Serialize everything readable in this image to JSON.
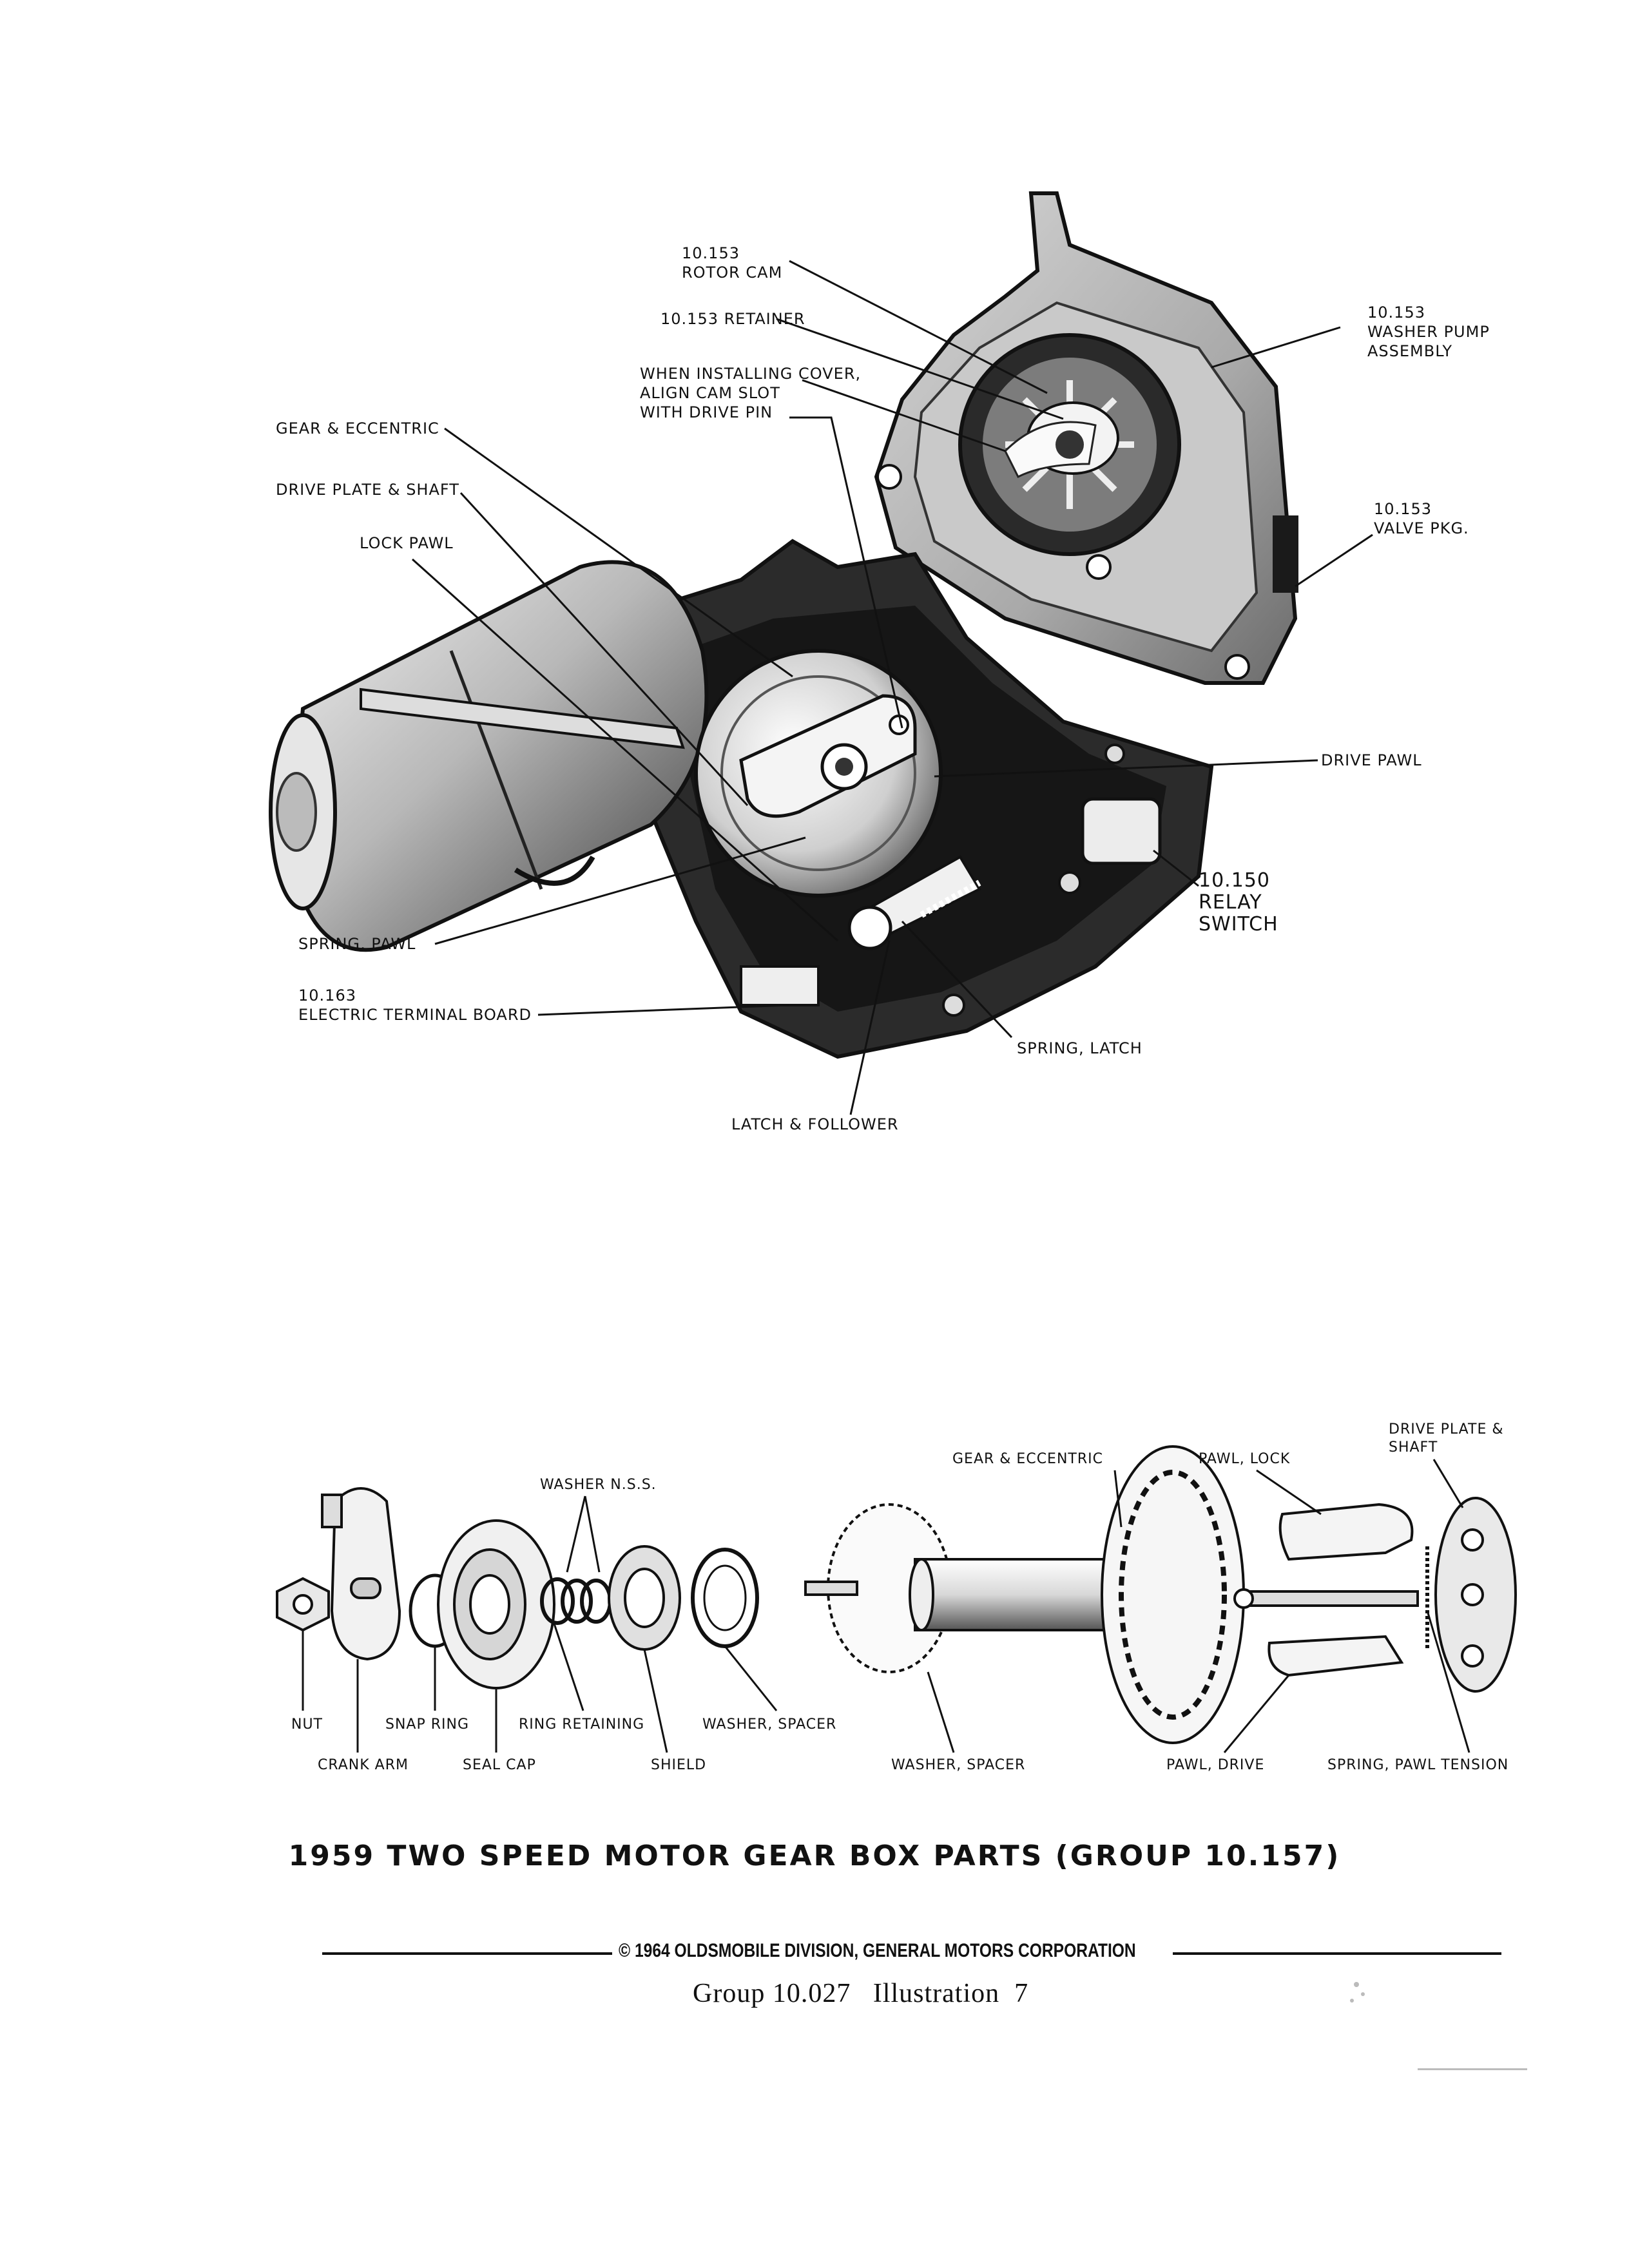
{
  "top_labels": {
    "rotor_cam": [
      "10.153",
      "ROTOR CAM"
    ],
    "retainer": "10.153 RETAINER",
    "install_note": [
      "WHEN INSTALLING COVER,",
      "ALIGN CAM SLOT",
      "WITH DRIVE PIN"
    ],
    "washer_pump": [
      "10.153",
      "WASHER PUMP",
      "ASSEMBLY"
    ],
    "valve_pkg": [
      "10.153",
      "VALVE PKG."
    ],
    "gear_eccentric": "GEAR & ECCENTRIC",
    "drive_plate_shaft": "DRIVE PLATE & SHAFT",
    "lock_pawl": "LOCK PAWL",
    "drive_pawl": "DRIVE PAWL",
    "relay_switch": [
      "10.150",
      "RELAY",
      "SWITCH"
    ],
    "spring_pawl": "SPRING, PAWL",
    "terminal_board": [
      "10.163",
      "ELECTRIC TERMINAL BOARD"
    ],
    "spring_latch": "SPRING, LATCH",
    "latch_follower": "LATCH & FOLLOWER"
  },
  "bottom_labels": {
    "washer_nss": "WASHER N.S.S.",
    "gear_eccentric": "GEAR & ECCENTRIC",
    "pawl_lock": "PAWL, LOCK",
    "drive_plate_shaft": [
      "DRIVE PLATE &",
      "SHAFT"
    ],
    "nut": "NUT",
    "snap_ring": "SNAP RING",
    "ring_retaining": "RING RETAINING",
    "washer_spacer_1": "WASHER, SPACER",
    "crank_arm": "CRANK ARM",
    "seal_cap": "SEAL CAP",
    "shield": "SHIELD",
    "washer_spacer_2": "WASHER, SPACER",
    "pawl_drive": "PAWL, DRIVE",
    "spring_pawl_tension": "SPRING, PAWL TENSION"
  },
  "title": "1959 TWO SPEED MOTOR GEAR BOX PARTS (GROUP 10.157)",
  "copyright": "© 1964 OLDSMOBILE DIVISION, GENERAL MOTORS CORPORATION",
  "group_line": "Group 10.027   Illustration  7",
  "colors": {
    "ink": "#111111",
    "paper": "#ffffff"
  }
}
